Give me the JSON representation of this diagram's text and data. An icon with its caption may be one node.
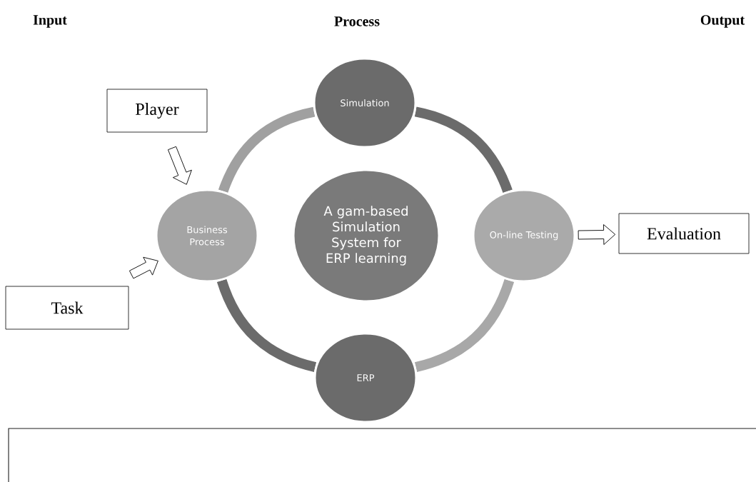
{
  "diagram": {
    "nodes": [
      {
        "text": [
          "Player"
        ]
      },
      {
        "text": [
          "Task"
        ]
      },
      {
        "text": [
          "Simulation"
        ]
      },
      {
        "text": [
          "Business Process"
        ]
      },
      {
        "text": [
          "A gam-based Simulation System for ERP learning"
        ]
      },
      {
        "text": [
          "On-line Testing"
        ]
      },
      {
        "text": [
          "ERP"
        ]
      },
      {
        "text": [
          "Evaluation"
        ]
      },
      {
        "text": [],
        "shape": "box"
      }
    ],
    "edges": [
      {
        "from": 0,
        "to": 3,
        "arrow": "to"
      },
      {
        "from": 1,
        "to": 3,
        "arrow": "to"
      },
      {
        "from": 5,
        "to": 7,
        "arrow": "to"
      },
      {
        "from": 2,
        "to": 5,
        "arrow": "none",
        "color": "#6b6b6b"
      },
      {
        "from": 5,
        "to": 6,
        "arrow": "none",
        "color": "#a8a8a8"
      },
      {
        "from": 6,
        "to": 3,
        "arrow": "none",
        "color": "#6b6b6b"
      },
      {
        "from": 3,
        "to": 2,
        "arrow": "none",
        "color": "#a0a0a0"
      }
    ],
    "labels": [
      "Input",
      "Process",
      "Output"
    ]
  }
}
